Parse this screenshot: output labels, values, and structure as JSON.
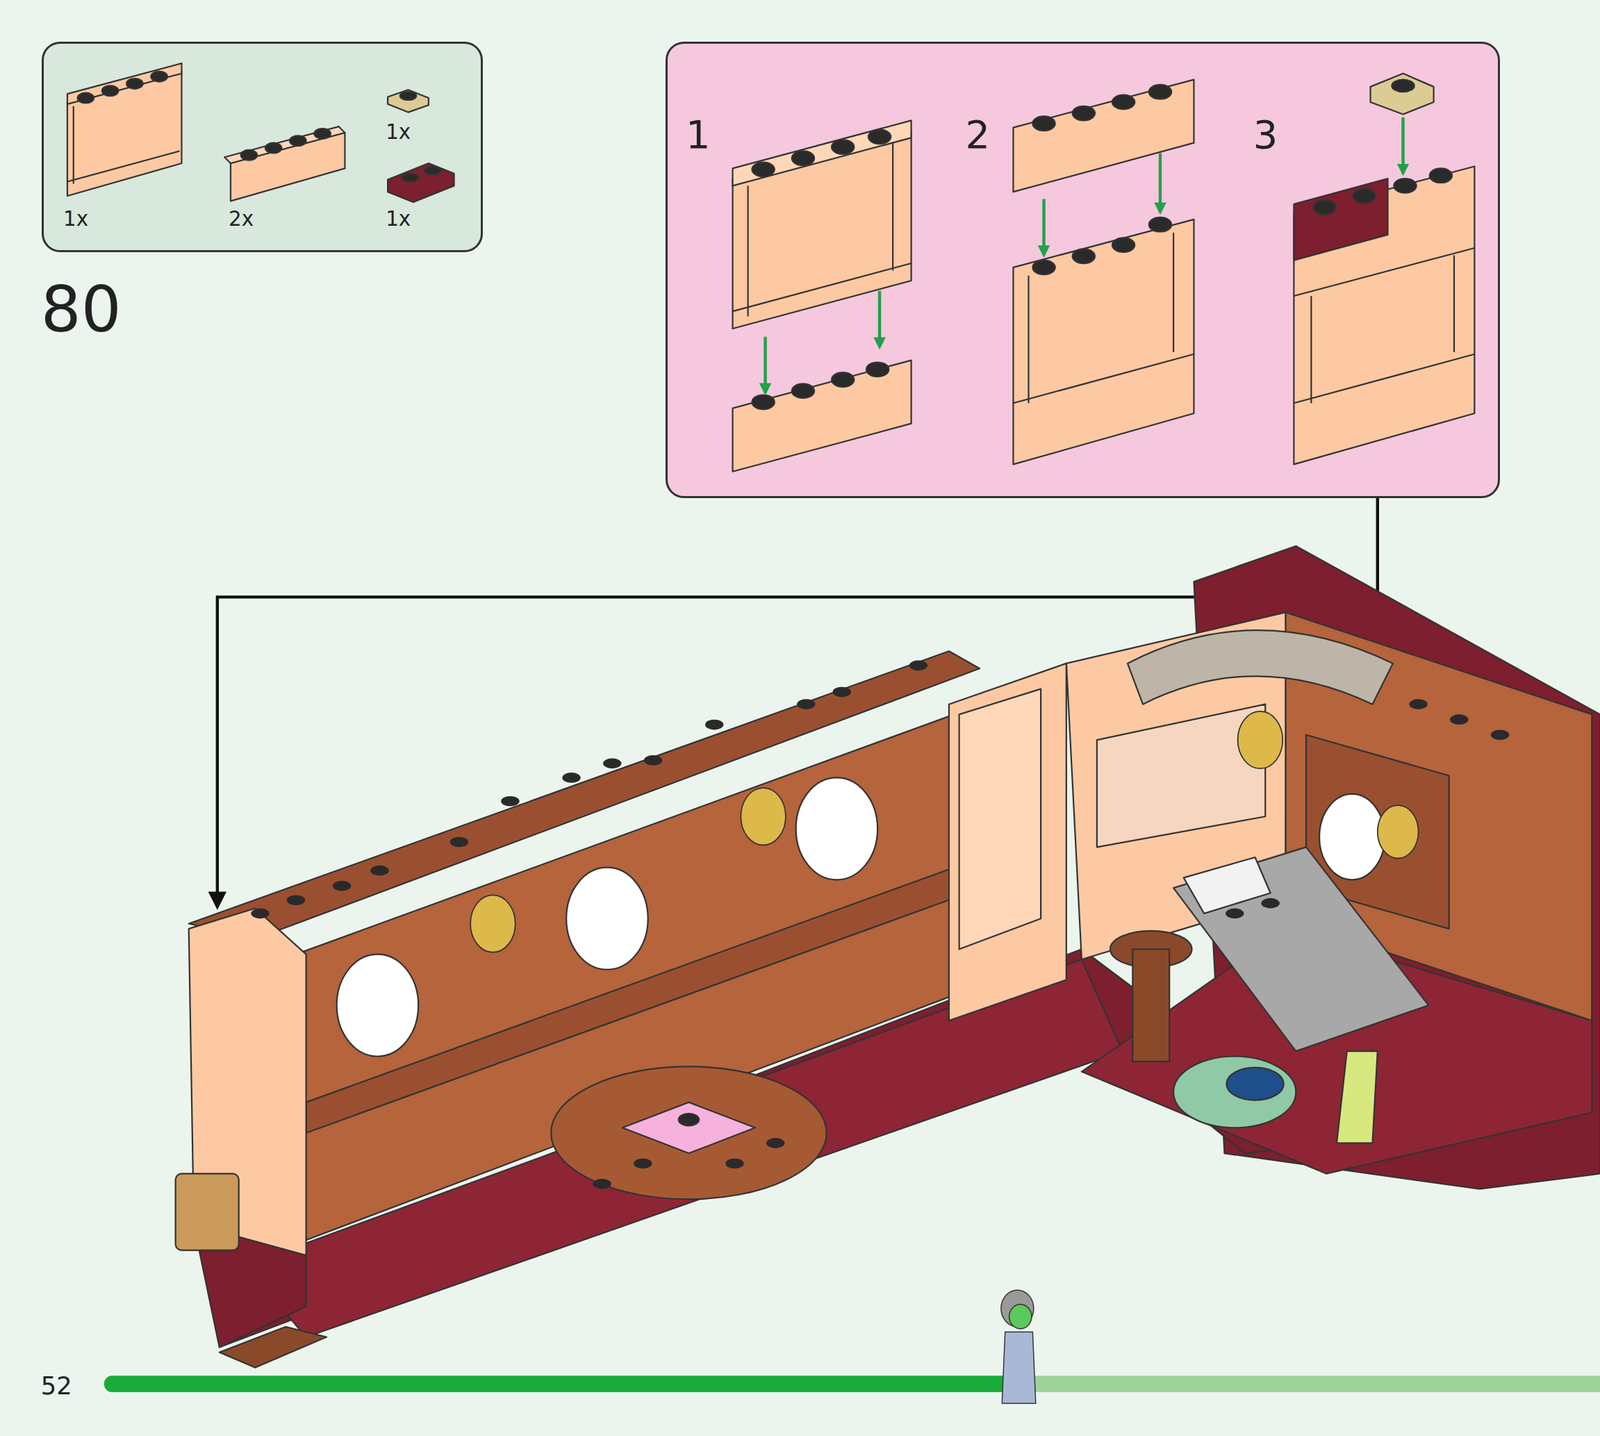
{
  "diagram": {
    "nodes": [
      {
        "text": [
          "1x",
          "2x",
          "1x",
          "1x"
        ]
      },
      {
        "text": [
          "1",
          "2",
          "3"
        ]
      }
    ],
    "labels": [
      "80",
      "52"
    ]
  }
}
